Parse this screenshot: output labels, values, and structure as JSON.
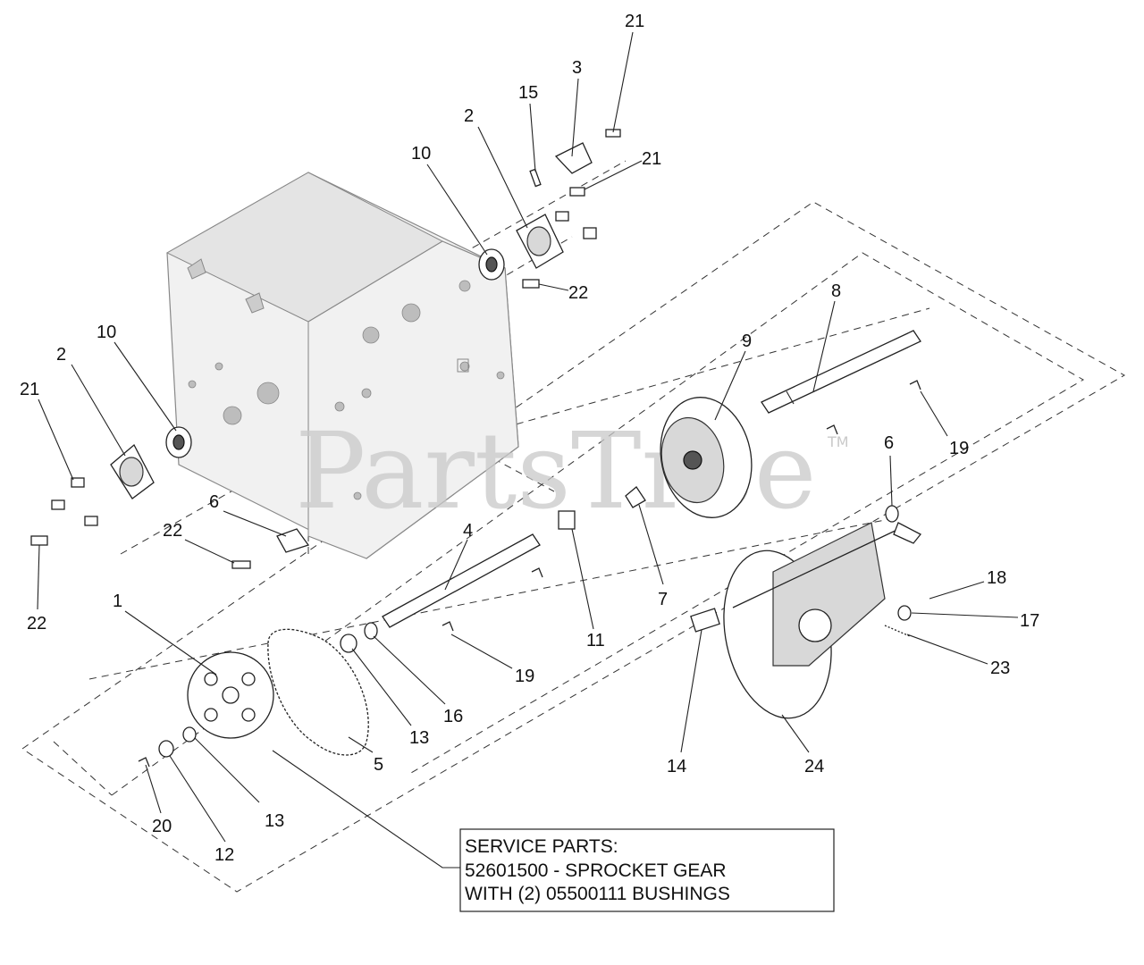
{
  "watermark": {
    "text": "PartsTree",
    "tm": "TM"
  },
  "service_note": {
    "line1": "SERVICE PARTS:",
    "line2": "52601500 - SPROCKET GEAR",
    "line3": "WITH (2) 05500111 BUSHINGS"
  },
  "callouts": [
    {
      "id": "c21a",
      "label": "21"
    },
    {
      "id": "c3",
      "label": "3"
    },
    {
      "id": "c15",
      "label": "15"
    },
    {
      "id": "c2a",
      "label": "2"
    },
    {
      "id": "c10a",
      "label": "10"
    },
    {
      "id": "c21b",
      "label": "21"
    },
    {
      "id": "c22a",
      "label": "22"
    },
    {
      "id": "c8",
      "label": "8"
    },
    {
      "id": "c9",
      "label": "9"
    },
    {
      "id": "c10b",
      "label": "10"
    },
    {
      "id": "c2b",
      "label": "2"
    },
    {
      "id": "c21c",
      "label": "21"
    },
    {
      "id": "c19a",
      "label": "19"
    },
    {
      "id": "c6a",
      "label": "6"
    },
    {
      "id": "c6b",
      "label": "6"
    },
    {
      "id": "c22b",
      "label": "22"
    },
    {
      "id": "c22c",
      "label": "22"
    },
    {
      "id": "c4",
      "label": "4"
    },
    {
      "id": "c1",
      "label": "1"
    },
    {
      "id": "c7",
      "label": "7"
    },
    {
      "id": "c18",
      "label": "18"
    },
    {
      "id": "c17",
      "label": "17"
    },
    {
      "id": "c11",
      "label": "11"
    },
    {
      "id": "c19b",
      "label": "19"
    },
    {
      "id": "c23",
      "label": "23"
    },
    {
      "id": "c16",
      "label": "16"
    },
    {
      "id": "c13a",
      "label": "13"
    },
    {
      "id": "c5",
      "label": "5"
    },
    {
      "id": "c14",
      "label": "14"
    },
    {
      "id": "c24",
      "label": "24"
    },
    {
      "id": "c20",
      "label": "20"
    },
    {
      "id": "c13b",
      "label": "13"
    },
    {
      "id": "c12",
      "label": "12"
    }
  ]
}
